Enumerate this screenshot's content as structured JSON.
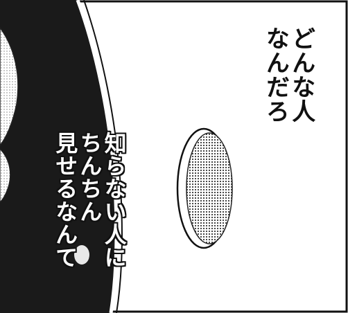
{
  "speech": {
    "lines": [
      "どんな人",
      "なんだろ"
    ]
  },
  "narration": {
    "lines": [
      "知らない人に",
      "ちんちん",
      "見せるなんて"
    ]
  }
}
